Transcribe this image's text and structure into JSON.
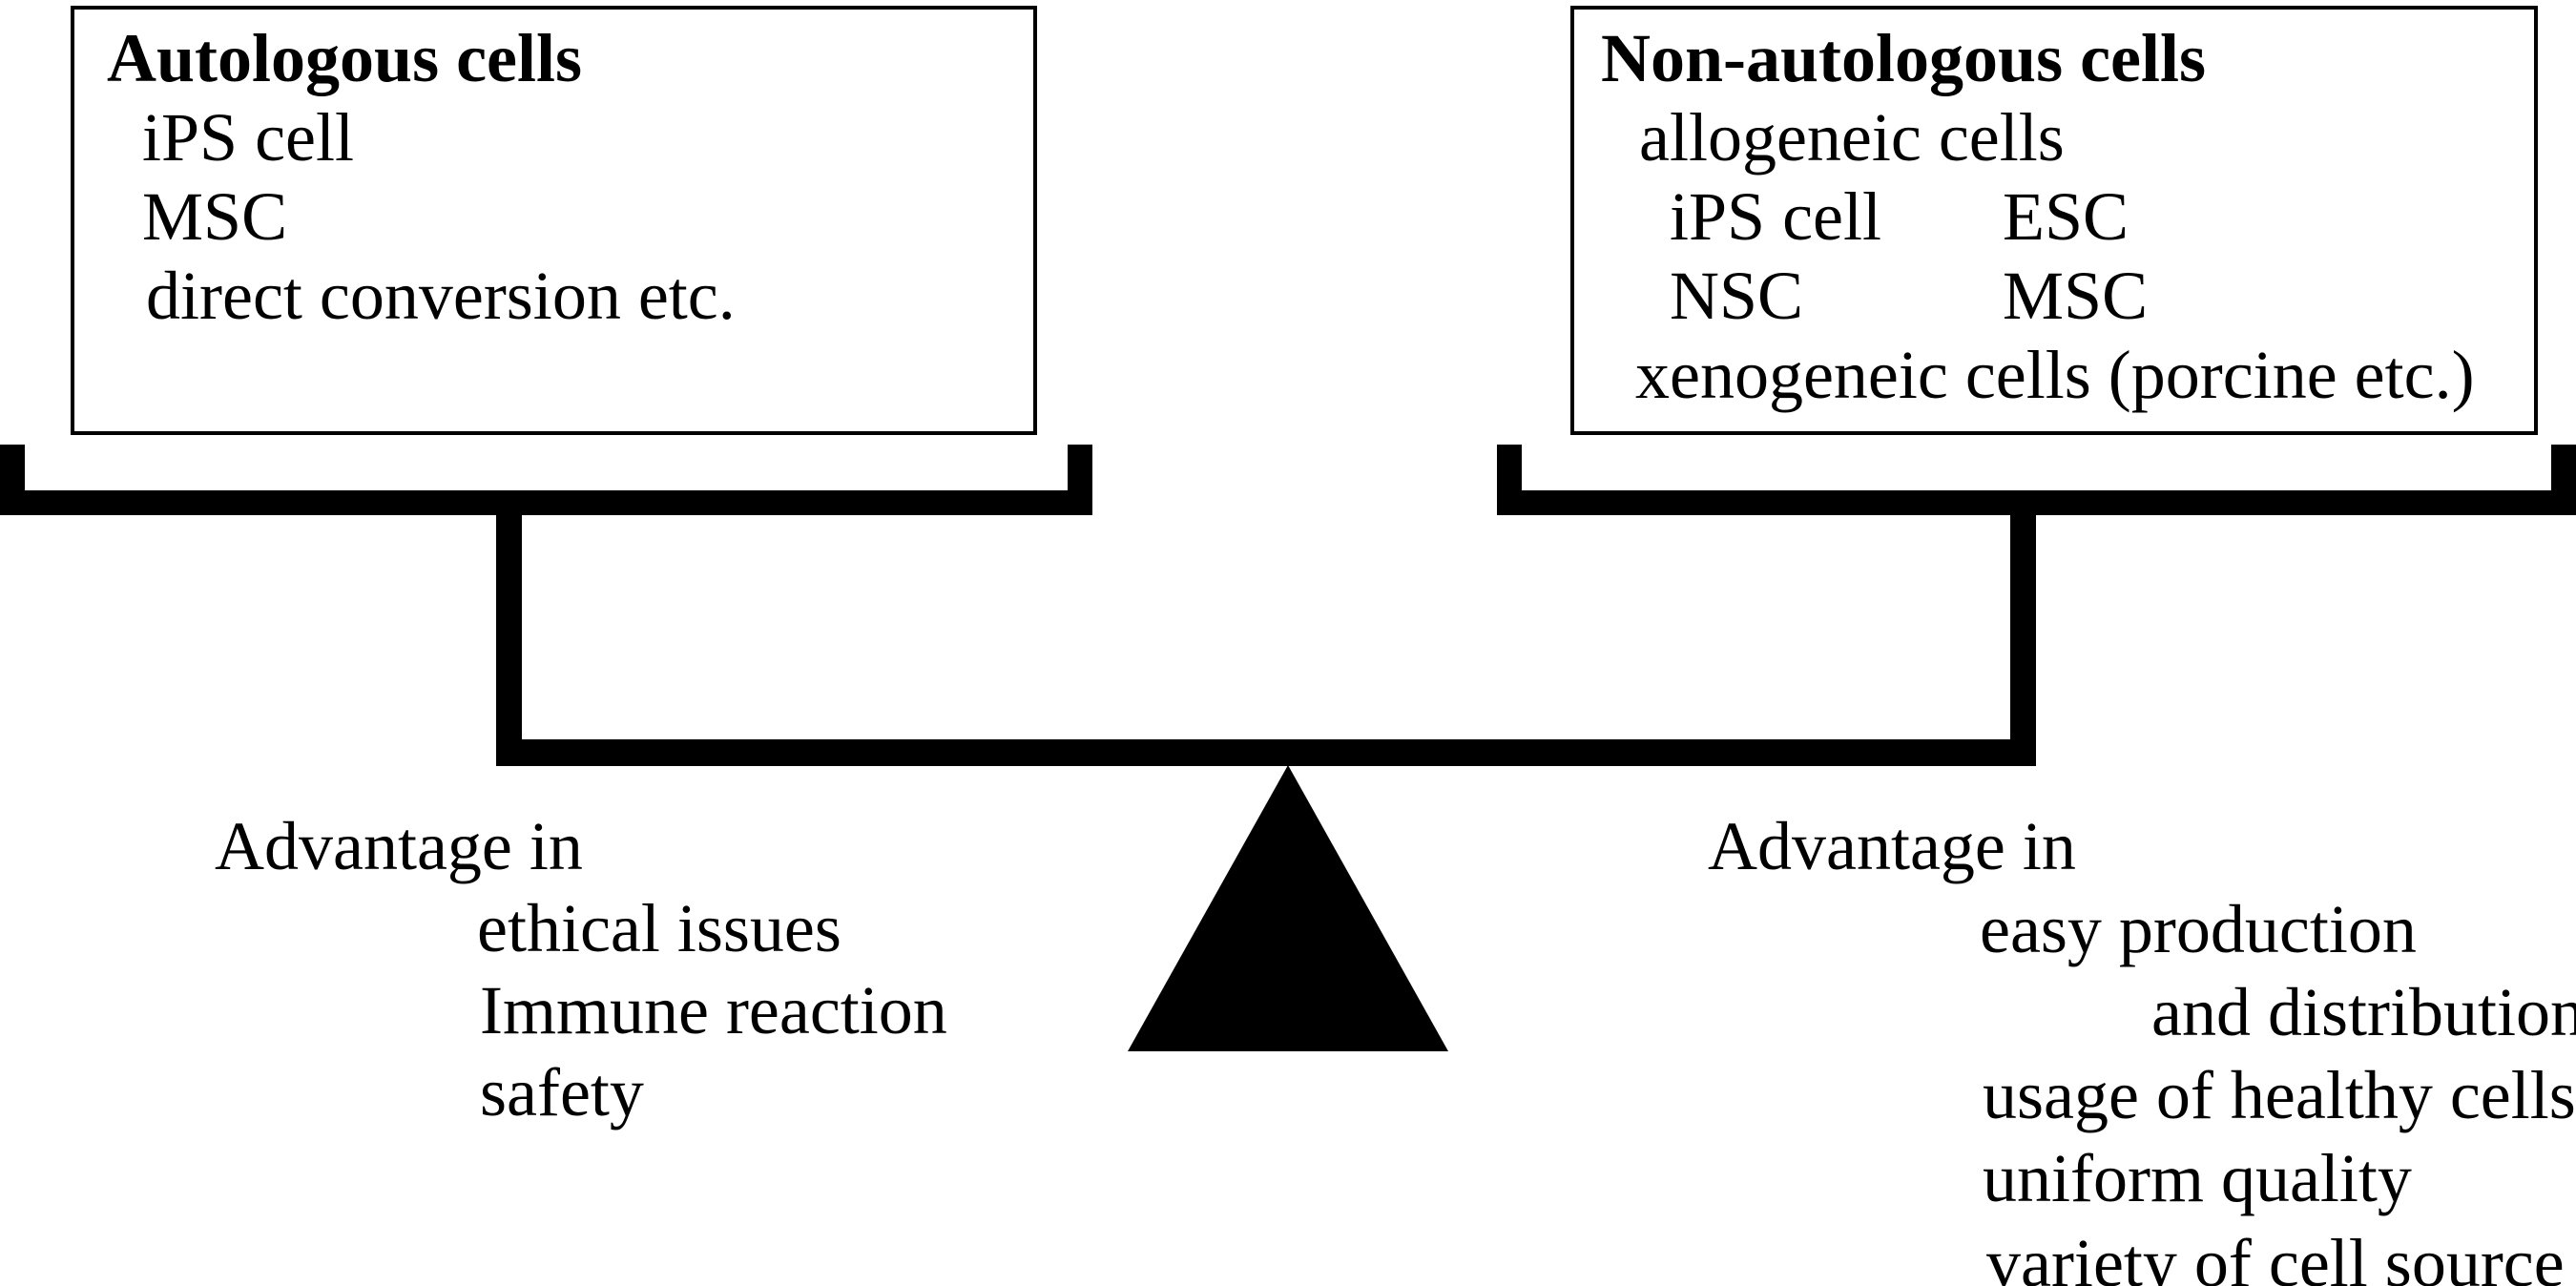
{
  "figure_type": "balance-scale-diagram",
  "colors": {
    "ink": "#000000",
    "paper": "#ffffff"
  },
  "boxes": {
    "left": {
      "title": "Autologous cells",
      "items": [
        "iPS cell",
        "MSC",
        "direct conversion etc."
      ]
    },
    "right": {
      "title": "Non-autologous cells",
      "subtitle": "allogeneic cells",
      "grid_rows": [
        {
          "col1": "iPS cell",
          "col2": "ESC"
        },
        {
          "col1": "NSC",
          "col2": "MSC"
        }
      ],
      "footer": "xenogeneic cells (porcine etc.)"
    }
  },
  "advantages": {
    "left": {
      "header": "Advantage in",
      "items": [
        "ethical issues",
        "Immune reaction",
        "safety"
      ]
    },
    "right": {
      "header": "Advantage in",
      "items": [
        "easy production",
        "and distribution",
        "usage of healthy cells",
        "uniform quality",
        "variety of cell source"
      ]
    }
  }
}
